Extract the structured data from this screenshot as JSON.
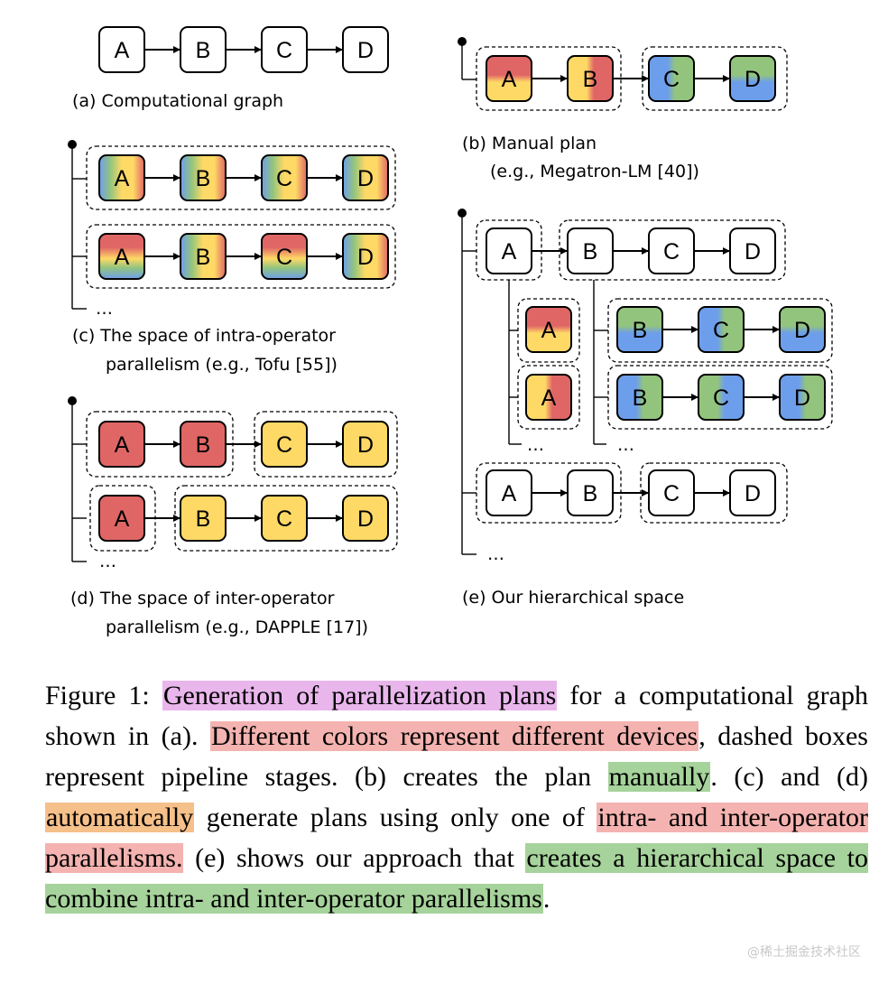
{
  "colors": {
    "red": "#e06666",
    "yellow": "#ffd966",
    "green": "#93c47d",
    "blue": "#6d9eeb",
    "white": "#ffffff"
  },
  "node_labels": [
    "A",
    "B",
    "C",
    "D"
  ],
  "ellipsis": "…",
  "subcaptions": {
    "a": "(a) Computational graph",
    "b1": "(b) Manual plan",
    "b2": "(e.g., Megatron-LM [40])",
    "c1": "(c) The space of intra-operator",
    "c2": "parallelism (e.g., Tofu [55])",
    "d1": "(d) The space of inter-operator",
    "d2": "parallelism (e.g., DAPPLE [17])",
    "e": "(e) Our hierarchical space"
  },
  "caption": {
    "p1": "Figure 1: ",
    "h1": "Generation of parallelization plans",
    "p2": " for a computational graph shown in (a). ",
    "h2": "Different colors represent different devices",
    "p3": ", dashed boxes represent pipeline stages. (b) creates the plan ",
    "h3": "manually",
    "p4": ". (c) and (d) ",
    "h4": "automatically",
    "p5": " generate plans using only one of ",
    "h5": "intra- and inter-operator parallelisms.",
    "p6": " (e) shows our approach that ",
    "h6": "creates a hierarchical space to combine intra- and inter-operator parallelisms",
    "p7": "."
  },
  "watermark": "@稀土掘金技术社区"
}
